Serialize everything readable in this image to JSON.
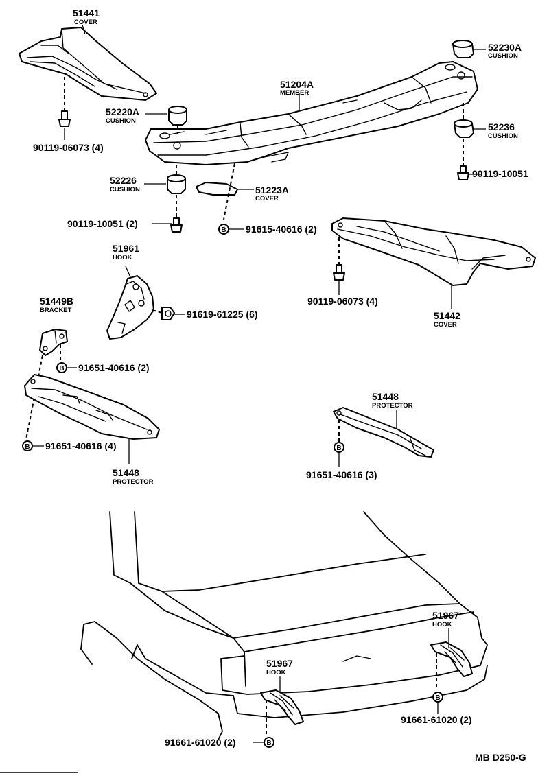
{
  "parts": {
    "p51441": {
      "num": "51441",
      "name": "COVER"
    },
    "p52230A": {
      "num": "52230A",
      "name": "CUSHION"
    },
    "p51204A": {
      "num": "51204A",
      "name": "MEMBER"
    },
    "p52220A": {
      "num": "52220A",
      "name": "CUSHION"
    },
    "p52236": {
      "num": "52236",
      "name": "CUSHION"
    },
    "p52226": {
      "num": "52226",
      "name": "CUSHION"
    },
    "p51223A": {
      "num": "51223A",
      "name": "COVER"
    },
    "p51961": {
      "num": "51961",
      "name": "HOOK"
    },
    "p51449B": {
      "num": "51449B",
      "name": "BRACKET"
    },
    "p51442": {
      "num": "51442",
      "name": "COVER"
    },
    "p51448_right": {
      "num": "51448",
      "name": "PROTECTOR"
    },
    "p51448_left": {
      "num": "51448",
      "name": "PROTECTOR"
    },
    "p51967_right": {
      "num": "51967",
      "name": "HOOK"
    },
    "p51967_left": {
      "num": "51967",
      "name": "HOOK"
    }
  },
  "fasteners": {
    "f1": "90119-06073 (4)",
    "f2": "90119-10051",
    "f3": "90119-10051 (2)",
    "f4": "91615-40616 (2)",
    "f5": "91619-61225 (6)",
    "f6": "90119-06073 (4)",
    "f7": "91651-40616 (2)",
    "f8": "91651-40616 (4)",
    "f9": "91651-40616 (3)",
    "f10": "91661-61020 (2)",
    "f11": "91661-61020 (2)"
  },
  "bolt_symbol": "B",
  "diagram_code": "MB D250-G"
}
